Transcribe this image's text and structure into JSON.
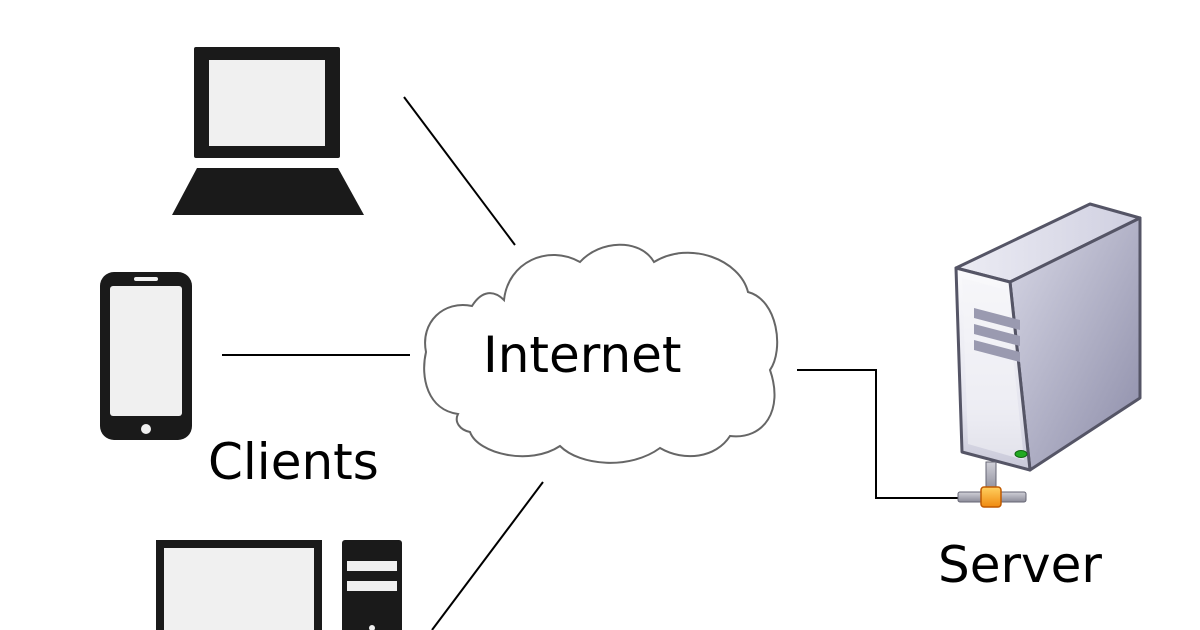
{
  "labels": {
    "internet": "Internet",
    "clients": "Clients",
    "server": "Server"
  },
  "nodes": {
    "clients": [
      {
        "icon": "laptop-icon"
      },
      {
        "icon": "smartphone-icon"
      },
      {
        "icon": "desktop-computer-icon"
      }
    ],
    "network": {
      "icon": "cloud-icon"
    },
    "server": {
      "icon": "server-tower-icon"
    }
  },
  "colors": {
    "device_fill": "#1a1a1a",
    "device_screen": "#f0f0f0",
    "cloud_fill": "#ffffff",
    "cloud_stroke": "#666666",
    "line": "#000000",
    "server_body": "#e8e8f0",
    "server_side": "#b8b8c8",
    "server_led": "#22aa22",
    "connector": "#f0a020"
  }
}
